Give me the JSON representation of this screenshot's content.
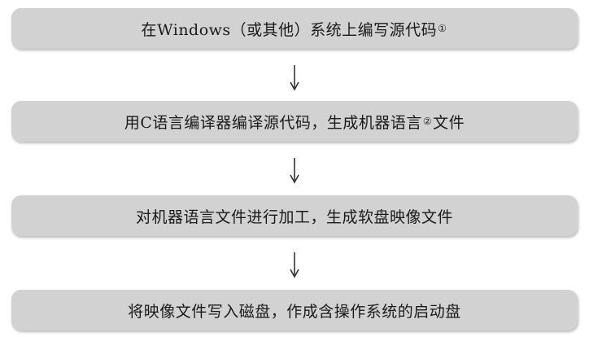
{
  "steps": [
    {
      "text": "在Windows（或其他）系统上编写源代码",
      "note": "①",
      "after": ""
    },
    {
      "text": "用C语言编译器编译源代码，生成机器语言",
      "note": "②",
      "after": "文件"
    },
    {
      "text": "对机器语言文件进行加工，生成软盘映像文件",
      "note": "",
      "after": ""
    },
    {
      "text": "将映像文件写入磁盘，作成含操作系统的启动盘",
      "note": "",
      "after": ""
    }
  ],
  "colors": {
    "box_fill": "#d2d2d2",
    "text": "#1a1a1a",
    "arrow": "#333333"
  }
}
